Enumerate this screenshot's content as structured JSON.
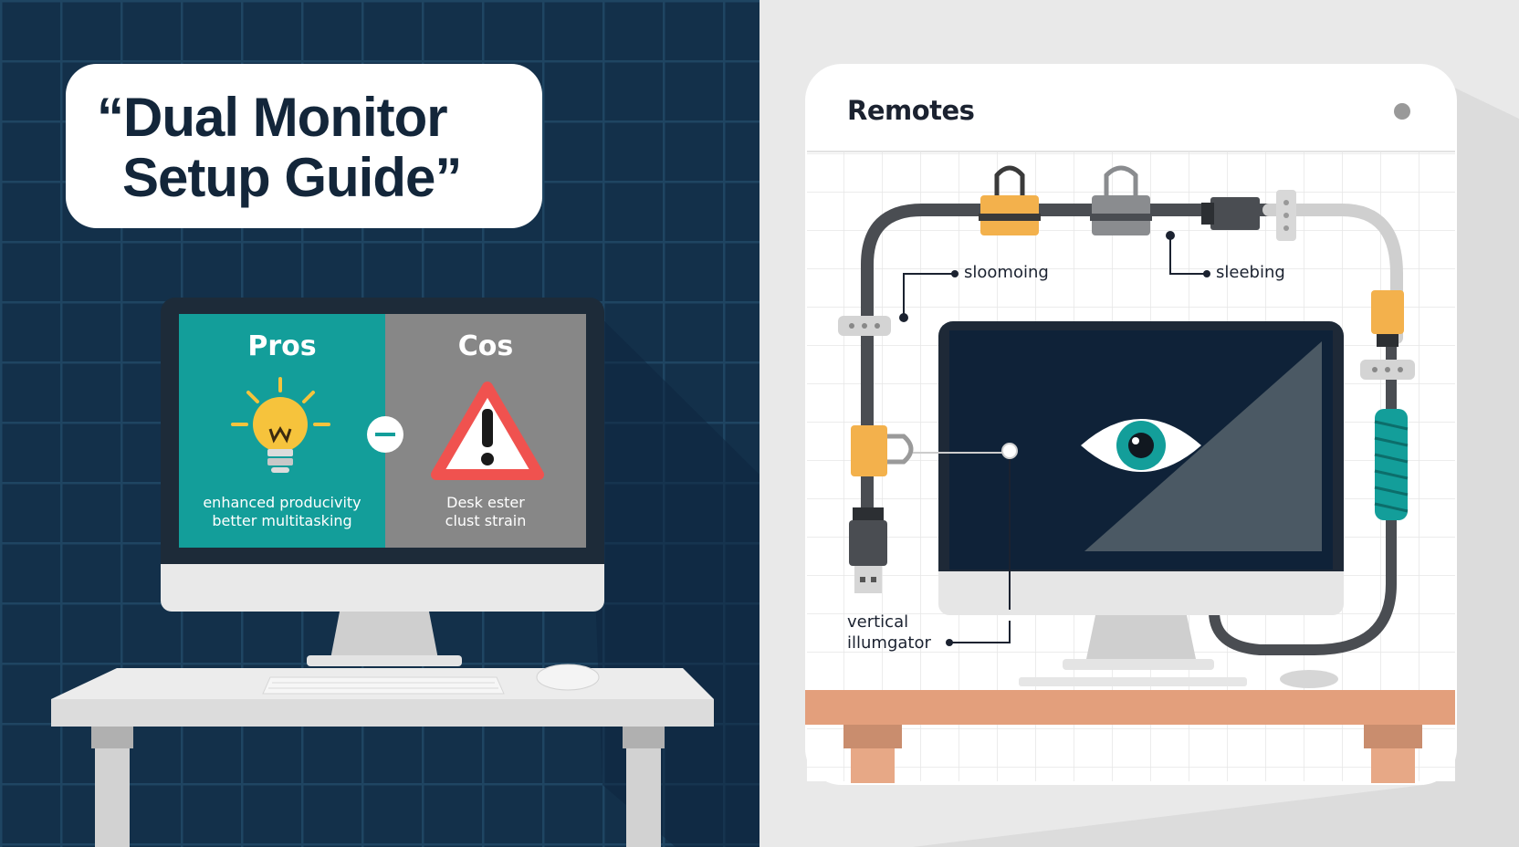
{
  "title": {
    "line1": "“Dual Monitor",
    "line2": "Setup Guide”"
  },
  "screen": {
    "pros_heading": "Pros",
    "cons_heading": "Cos",
    "pros_line1": "enhanced producivity",
    "pros_line2": "better multitasking",
    "cons_line1": "Desk ester",
    "cons_line2": "clust strain",
    "divider_symbol": "–"
  },
  "diagram": {
    "brand": "Remotes",
    "callout_top_left": "sloomoing",
    "callout_top_right": "sleebing",
    "callout_bottom_line1": "vertical",
    "callout_bottom_line2": "illumgator"
  },
  "colors": {
    "navy": "#13304a",
    "teal": "#139e9a",
    "gray_pane": "#878787",
    "warning_red": "#f0524f",
    "bulb_yellow": "#f6c33c",
    "clip_orange": "#f3b14c",
    "table_wood": "#e39f7c"
  },
  "icons": [
    "lightbulb-icon",
    "warning-icon",
    "minus-icon",
    "eye-icon",
    "binder-clip-icon",
    "usb-plug-icon"
  ]
}
